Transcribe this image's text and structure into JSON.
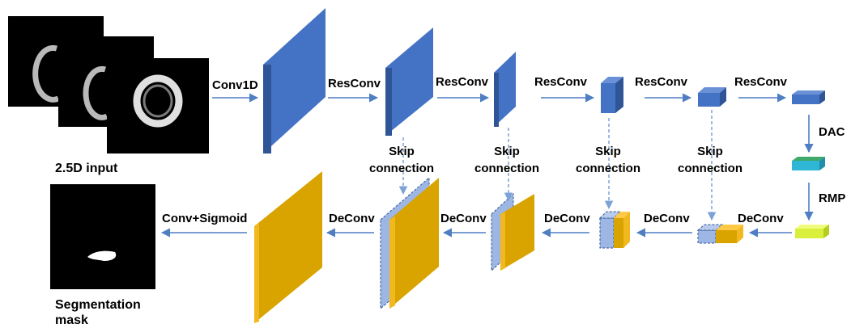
{
  "labels": {
    "input": "2.5D input",
    "output": "Segmentation mask",
    "output_line1": "Segmentation",
    "output_line2": "mask",
    "conv1d": "Conv1D",
    "resconv": "ResConv",
    "dac": "DAC",
    "rmp": "RMP",
    "deconv": "DeConv",
    "conv_sigmoid": "Conv+Sigmoid",
    "skip_line1": "Skip",
    "skip_line2": "connection"
  },
  "colors": {
    "encoder_front": "#4472c4",
    "encoder_side": "#2f5597",
    "encoder_top": "#6a90d6",
    "decoder_front": "#d9a300",
    "decoder_side": "#f2b820",
    "decoder_top": "#ffc845",
    "skip_copy": "#9db6e3",
    "dac_block": "#2eb6d6",
    "rmp_block": "#d8f03c",
    "arrow": "#4f7ec3"
  }
}
